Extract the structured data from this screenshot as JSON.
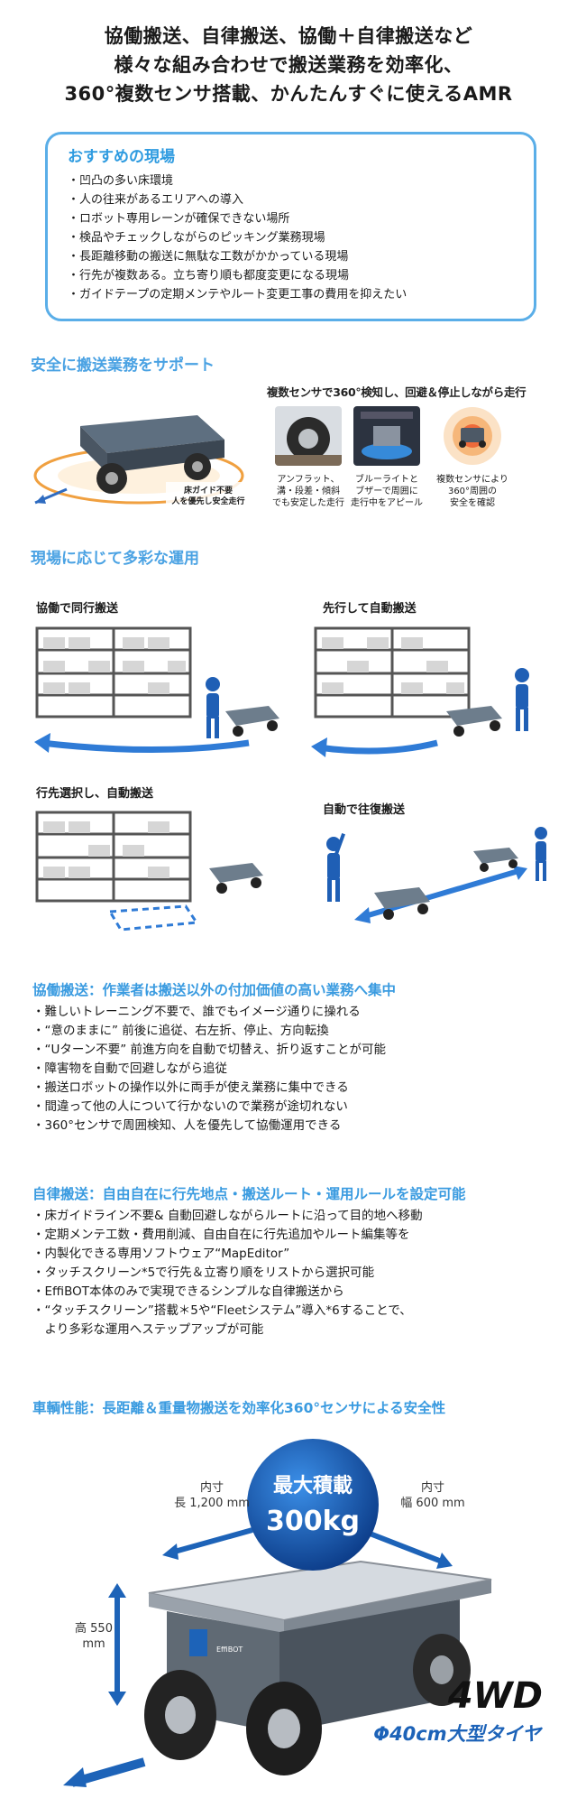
{
  "hero": {
    "line1": "協働搬送、自律搬送、協働＋自律搬送など",
    "line2": "様々な組み合わせで搬送業務を効率化、",
    "line3": "360°複数センサ搭載、かんたんすぐに使えるAMR"
  },
  "recommended": {
    "title": "おすすめの現場",
    "items": [
      "凹凸の多い床環境",
      "人の往来があるエリアへの導入",
      "ロボット専用レーンが確保できない場所",
      "検品やチェックしながらのピッキング業務現場",
      "長距離移動の搬送に無駄な工数がかかっている現場",
      "行先が複数ある。立ち寄り順も都度変更になる現場",
      "ガイドテープの定期メンテやルート変更工事の費用を抑えたい"
    ]
  },
  "safety": {
    "title": "安全に搬送業務をサポート",
    "image_label": "床ガイド不要\n人を優先し安全走行",
    "sensor_heading": "複数センサで360°検知し、回避＆停止しながら走行",
    "captions": [
      [
        "アンフラット、",
        "溝・段差・傾斜",
        "でも安定した走行"
      ],
      [
        "ブルーライトと",
        "ブザーで周囲に",
        "走行中をアピール"
      ],
      [
        "複数センサにより",
        "360°周囲の",
        "安全を確認"
      ]
    ]
  },
  "operations": {
    "title": "現場に応じて多彩な運用",
    "scenes": [
      "協働で同行搬送",
      "先行して自動搬送",
      "行先選択し、自動搬送",
      "自動で往復搬送"
    ]
  },
  "collab": {
    "heading": "協働搬送：作業者は搬送以外の付加価値の高い業務へ集中",
    "items": [
      "難しいトレーニング不要で、誰でもイメージ通りに操れる",
      "“意のままに” 前後に追従、右左折、停止、方向転換",
      "“Uターン不要” 前進方向を自動で切替え、折り返すことが可能",
      "障害物を自動で回避しながら追従",
      "搬送ロボットの操作以外に両手が使え業務に集中できる",
      "間違って他の人について行かないので業務が途切れない",
      "360°センサで周囲検知、人を優先して協働運用できる"
    ]
  },
  "autonomous": {
    "heading": "自律搬送：自由自在に行先地点・搬送ルート・運用ルールを設定可能",
    "items": [
      "床ガイドライン不要& 自動回避しながらルートに沿って目的地へ移動",
      "定期メンテ工数・費用削減、自由自在に行先追加やルート編集等を",
      "内製化できる専用ソフトウェア“MapEditor”",
      "タッチスクリーン*5で行先＆立寄り順をリストから選択可能",
      "EffiBOT本体のみで実現できるシンプルな自律搬送から",
      "“タッチスクリーン”搭載＊5や“Fleetシステム”導入*6することで、"
    ],
    "continuation": "より多彩な運用へステップアップが可能"
  },
  "vehicle": {
    "heading": "車輌性能：長距離＆重量物搬送を効率化360°センサによる安全性",
    "payload_label": "最大積載",
    "payload_value": "300kg",
    "length_label": "内寸",
    "length_value": "長 1,200 mm",
    "width_label": "内寸",
    "width_value": "幅 600 mm",
    "height_label": "高 550",
    "height_unit": "mm",
    "drive": "4WD",
    "tire": "Φ40cm大型タイヤ",
    "brand_mark": "EffiBOT"
  },
  "colors": {
    "accent": "#4aa2e3",
    "robot_blue": "#1d63b8",
    "figure_blue": "#1f5fb5"
  }
}
